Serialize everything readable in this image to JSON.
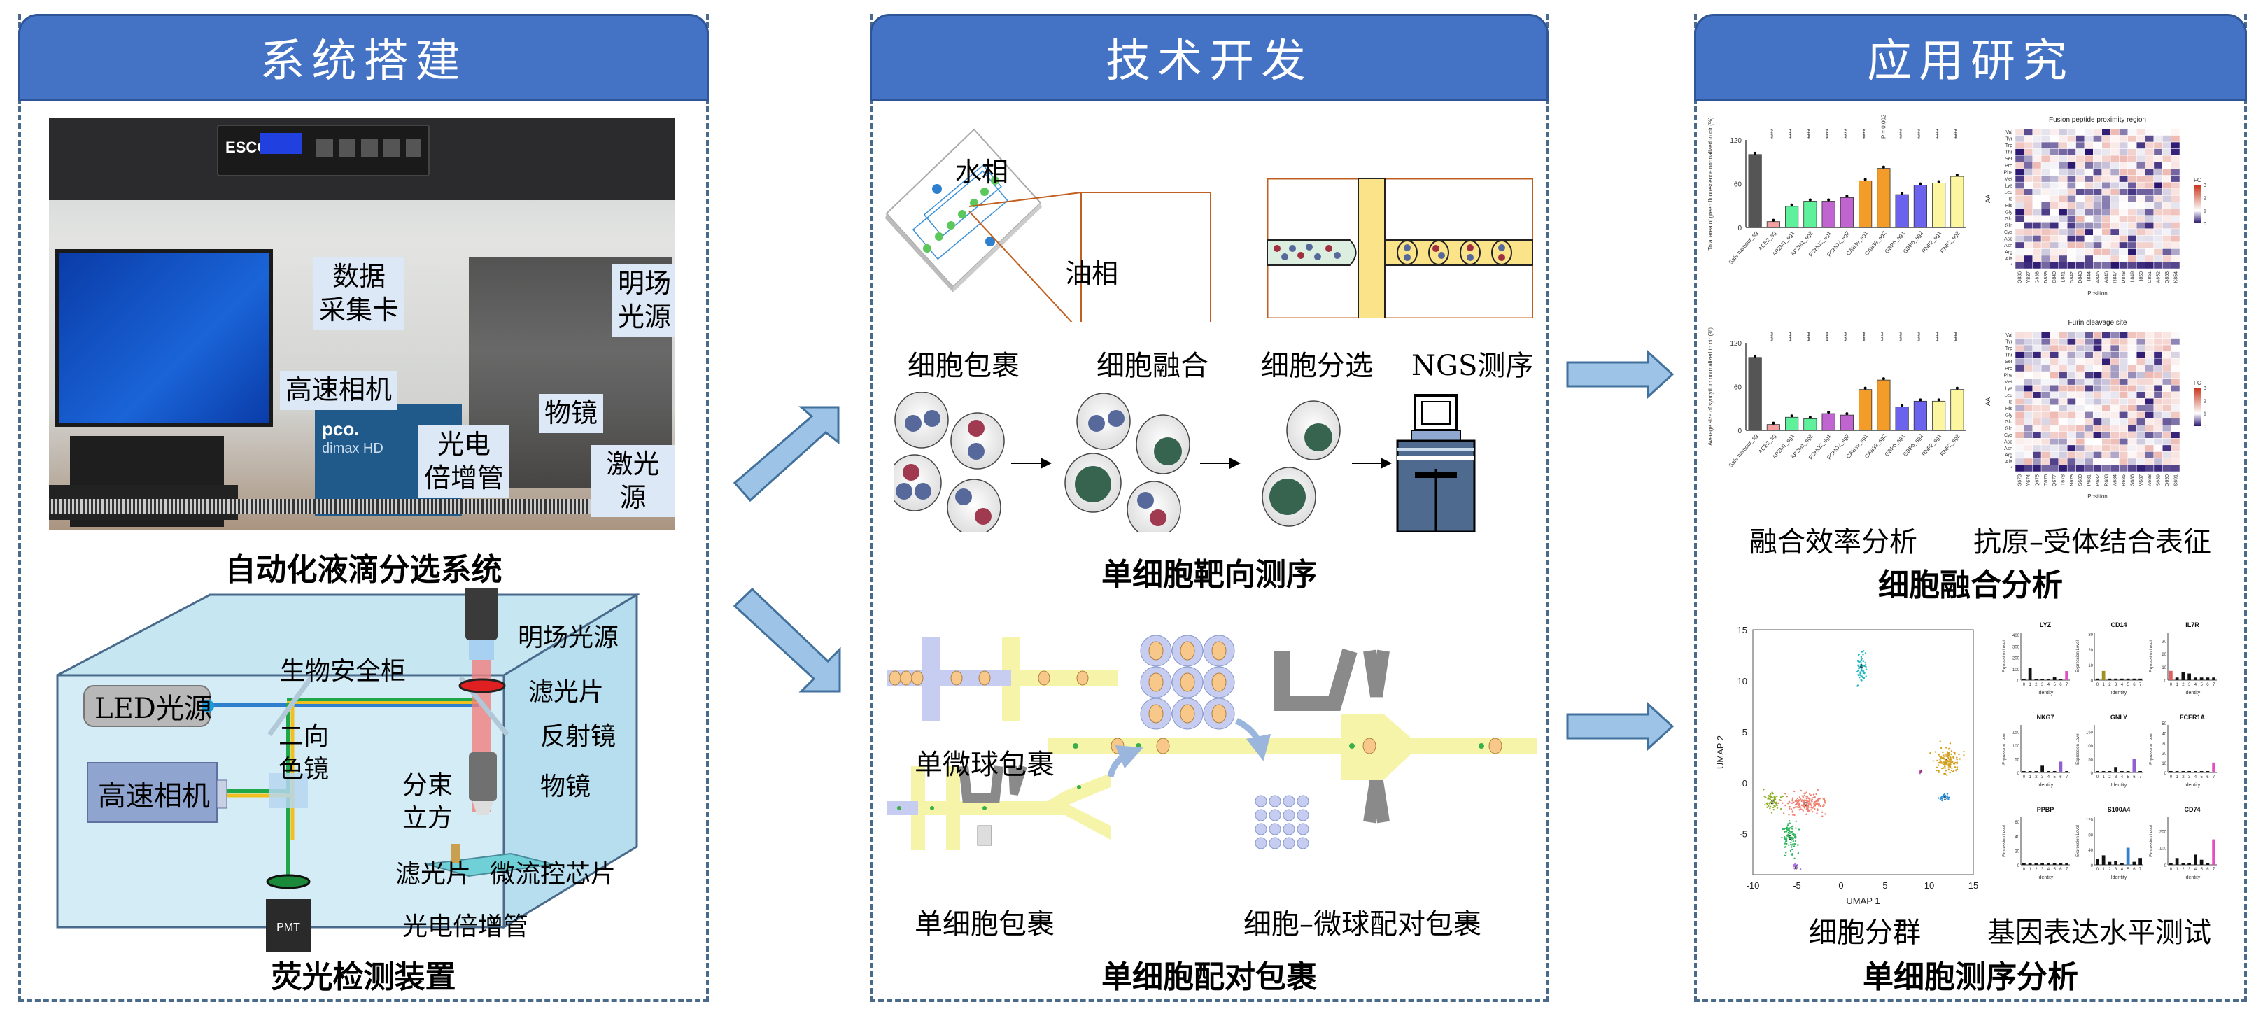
{
  "panels": {
    "system": {
      "title": "系统搭建",
      "photo": {
        "caption": "自动化液滴分选系统",
        "brand": "ESCO",
        "camera_brand": "pco.",
        "camera_model": "dimax HD",
        "labels": {
          "daq": "数据\n采集卡",
          "brightfield": "明场\n光源",
          "camera": "高速相机",
          "objective": "物镜",
          "pmt": "光电\n倍增管",
          "laser": "激光源"
        }
      },
      "optics": {
        "caption": "荧光检测装置",
        "cabinet": "生物安全柜",
        "led": "LED光源",
        "camera": "高速相机",
        "dichroic": "二向\n色镜",
        "beamsplitter": "分束\n立方",
        "brightfield": "明场光源",
        "filter_top": "滤光片",
        "mirror": "反射镜",
        "objective": "物镜",
        "filter_bottom": "滤光片",
        "chip": "微流控芯片",
        "pmt_label": "光电倍增管",
        "pmt_box": "PMT"
      }
    },
    "tech": {
      "title": "技术开发",
      "chip": {
        "aqueous": "水相",
        "oil": "油相"
      },
      "steps": [
        "细胞包裹",
        "细胞融合",
        "细胞分选",
        "NGS测序"
      ],
      "caption_top": "单细胞靶向测序",
      "bead_encap": "单微球包裹",
      "cell_encap": "单细胞包裹",
      "pair_encap": "细胞–微球配对包裹",
      "caption_bottom": "单细胞配对包裹"
    },
    "app": {
      "title": "应用研究",
      "fusion_label": "融合效率分析",
      "binding_label": "抗原–受体结合表征",
      "caption_top": "细胞融合分析",
      "cluster_label": "细胞分群",
      "expr_label": "基因表达水平测试",
      "caption_bottom": "单细胞测序分析"
    }
  },
  "colors": {
    "header": "#4472c4",
    "border": "#4a6a8c",
    "arrow_fill": "#9dc3e6",
    "arrow_stroke": "#41719c"
  },
  "chart_data": [
    {
      "type": "bar",
      "title": "",
      "ylabel": "Total area of green fluorescence normalized to ctr (%)",
      "ylim": [
        0,
        120
      ],
      "yticks": [
        0,
        60,
        120
      ],
      "categories": [
        "Safe harbour_sg",
        "ACE2_sg",
        "AP2M1_sg1",
        "AP2M1_sg2",
        "FCHO2_sg1",
        "FCHO2_sg2",
        "CAB39_sg1",
        "CAB39_sg2",
        "GBP6_sg1",
        "GBP6_sg2",
        "RNF2_sg1",
        "RNF2_sg2"
      ],
      "values": [
        100,
        8,
        29,
        36,
        36,
        41,
        64,
        81,
        45,
        58,
        61,
        70
      ],
      "bar_colors": [
        "#555555",
        "#f4a0a0",
        "#5ef09a",
        "#5ef09a",
        "#c064d0",
        "#c064d0",
        "#f39c2a",
        "#f39c2a",
        "#6b63ee",
        "#6b63ee",
        "#fdf6a0",
        "#fdf6a0"
      ],
      "annotations": [
        "",
        "****",
        "****",
        "****",
        "****",
        "****",
        "****",
        "P = 0.002",
        "****",
        "****",
        "****",
        "****"
      ]
    },
    {
      "type": "bar",
      "ylabel": "Average size of syncytium normalized to ctr (%)",
      "ylim": [
        0,
        120
      ],
      "yticks": [
        0,
        60,
        120
      ],
      "categories": [
        "Safe harbour_sg",
        "ACE2_sg",
        "AP2M1_sg1",
        "AP2M1_sg2",
        "FCHO2_sg1",
        "FCHO2_sg2",
        "CAB39_sg1",
        "CAB39_sg2",
        "GBP6_sg1",
        "GBP6_sg2",
        "RNF2_sg1",
        "RNF2_sg2"
      ],
      "values": [
        100,
        8,
        18,
        16,
        23,
        21,
        56,
        69,
        32,
        40,
        40,
        56
      ],
      "bar_colors": [
        "#555555",
        "#f4a0a0",
        "#5ef09a",
        "#5ef09a",
        "#c064d0",
        "#c064d0",
        "#f39c2a",
        "#f39c2a",
        "#6b63ee",
        "#6b63ee",
        "#fdf6a0",
        "#fdf6a0"
      ],
      "annotations": [
        "",
        "****",
        "****",
        "****",
        "****",
        "****",
        "****",
        "****",
        "****",
        "****",
        "****",
        "****"
      ]
    },
    {
      "type": "heatmap",
      "title": "Fusion peptide proximity region",
      "xlabel": "Position",
      "ylabel": "AA",
      "x": [
        "Q836",
        "Y837",
        "G838",
        "D839",
        "C840",
        "L841",
        "G842",
        "D843",
        "I844",
        "A845",
        "A846",
        "R847",
        "D848",
        "L849",
        "I850",
        "C851",
        "A852",
        "Q853",
        "K854"
      ],
      "y": [
        "Val",
        "Tyr",
        "Trp",
        "Thr",
        "Ser",
        "Pro",
        "Phe",
        "Met",
        "Lys",
        "Leu",
        "Ile",
        "His",
        "Gly",
        "Glu",
        "Gln",
        "Cys",
        "Asp",
        "Asn",
        "Arg",
        "Ala",
        "*"
      ],
      "legend": {
        "title": "FC",
        "ticks": [
          0,
          1,
          2,
          3
        ],
        "position": "right"
      }
    },
    {
      "type": "heatmap",
      "title": "Furin cleavage site",
      "xlabel": "Position",
      "ylabel": "AA",
      "x": [
        "S673",
        "Y674",
        "Q675",
        "T676",
        "Q677",
        "T678",
        "N679",
        "S680",
        "P681",
        "R682",
        "R683",
        "A684",
        "R685",
        "S686",
        "V687",
        "A688",
        "S689",
        "Q690",
        "S691"
      ],
      "y": [
        "Val",
        "Tyr",
        "Trp",
        "Thr",
        "Ser",
        "Pro",
        "Phe",
        "Met",
        "Lys",
        "Leu",
        "Ile",
        "His",
        "Gly",
        "Glu",
        "Gln",
        "Cys",
        "Asp",
        "Asn",
        "Arg",
        "Ala",
        "*"
      ],
      "legend": {
        "title": "FC",
        "ticks": [
          0,
          1,
          2,
          3
        ],
        "position": "right"
      }
    },
    {
      "type": "scatter",
      "xlabel": "UMAP 1",
      "ylabel": "UMAP 2",
      "xlim": [
        -10,
        15
      ],
      "ylim": [
        -9,
        15
      ],
      "xticks": [
        -10,
        -5,
        0,
        5,
        10,
        15
      ],
      "yticks": [
        -5,
        0,
        5,
        10,
        15
      ],
      "clusters": [
        {
          "id": "0",
          "center": [
            -4,
            -2
          ],
          "spread": [
            2.4,
            1.0
          ],
          "color": "#f08070"
        },
        {
          "id": "1",
          "center": [
            12,
            2.2
          ],
          "spread": [
            1.5,
            1.3
          ],
          "color": "#d4a020"
        },
        {
          "id": "2",
          "center": [
            -7.8,
            -1.8
          ],
          "spread": [
            0.9,
            0.9
          ],
          "color": "#8cb020"
        },
        {
          "id": "3",
          "center": [
            -5.8,
            -5.3
          ],
          "spread": [
            0.8,
            1.7
          ],
          "color": "#30b860"
        },
        {
          "id": "4",
          "center": [
            2.3,
            11.5
          ],
          "spread": [
            0.5,
            1.6
          ],
          "color": "#20b8c0"
        },
        {
          "id": "5",
          "center": [
            11.8,
            -1.4
          ],
          "spread": [
            0.6,
            0.5
          ],
          "color": "#2890e0"
        },
        {
          "id": "6",
          "center": [
            -5.1,
            -8.2
          ],
          "spread": [
            0.4,
            0.3
          ],
          "color": "#b070e8"
        },
        {
          "id": "7",
          "center": [
            9,
            1.1
          ],
          "spread": [
            0.15,
            0.1
          ],
          "color": "#e040c0"
        }
      ]
    },
    {
      "type": "violin",
      "ylabel": "Expression Level",
      "xlabel": "Identity",
      "identities": [
        "0",
        "1",
        "2",
        "3",
        "4",
        "5",
        "6",
        "7"
      ],
      "genes": [
        {
          "name": "LYZ",
          "yticks": [
            0,
            100,
            200,
            300,
            400
          ],
          "ymax": 420,
          "peaks": [
            5,
            110,
            3,
            3,
            5,
            25,
            3,
            80
          ],
          "highlight": 7,
          "hcolor": "#e050c0"
        },
        {
          "name": "CD14",
          "yticks": [
            0,
            10,
            20,
            30
          ],
          "ymax": 31,
          "peaks": [
            1,
            6,
            1,
            1,
            1,
            1,
            1,
            1
          ],
          "highlight": 1,
          "hcolor": "#a09020"
        },
        {
          "name": "IL7R",
          "yticks": [
            0,
            10,
            20,
            30
          ],
          "ymax": 36,
          "peaks": [
            7,
            2,
            6,
            5,
            2,
            2,
            2,
            2
          ],
          "highlight": 0,
          "hcolor": "#e06060"
        },
        {
          "name": "NKG7",
          "yticks": [
            0,
            50,
            100,
            150
          ],
          "ymax": 175,
          "peaks": [
            3,
            3,
            3,
            25,
            3,
            3,
            40,
            3
          ],
          "highlight": 6,
          "hcolor": "#9060d0"
        },
        {
          "name": "GNLY",
          "yticks": [
            0,
            50,
            100,
            150
          ],
          "ymax": 175,
          "peaks": [
            2,
            2,
            2,
            20,
            2,
            2,
            50,
            2
          ],
          "highlight": 6,
          "hcolor": "#9060d0"
        },
        {
          "name": "FCER1A",
          "yticks": [
            0,
            10,
            20,
            30,
            40,
            50
          ],
          "ymax": 48,
          "peaks": [
            1,
            1,
            1,
            1,
            1,
            1,
            1,
            10
          ],
          "highlight": 7,
          "hcolor": "#e050c0"
        },
        {
          "name": "PPBP",
          "yticks": [
            0,
            20,
            40,
            60
          ],
          "ymax": 66,
          "peaks": [
            2,
            2,
            1,
            1,
            1,
            2,
            1,
            1
          ],
          "highlight": -1,
          "hcolor": "#000000"
        },
        {
          "name": "S100A4",
          "yticks": [
            0,
            40,
            80,
            120
          ],
          "ymax": 125,
          "peaks": [
            15,
            25,
            8,
            10,
            5,
            45,
            8,
            18
          ],
          "highlight": 5,
          "hcolor": "#3080d0"
        },
        {
          "name": "CD74",
          "yticks": [
            0,
            100,
            200
          ],
          "ymax": 280,
          "peaks": [
            8,
            40,
            10,
            10,
            60,
            30,
            5,
            150
          ],
          "highlight": 7,
          "hcolor": "#e050c0"
        }
      ]
    }
  ]
}
